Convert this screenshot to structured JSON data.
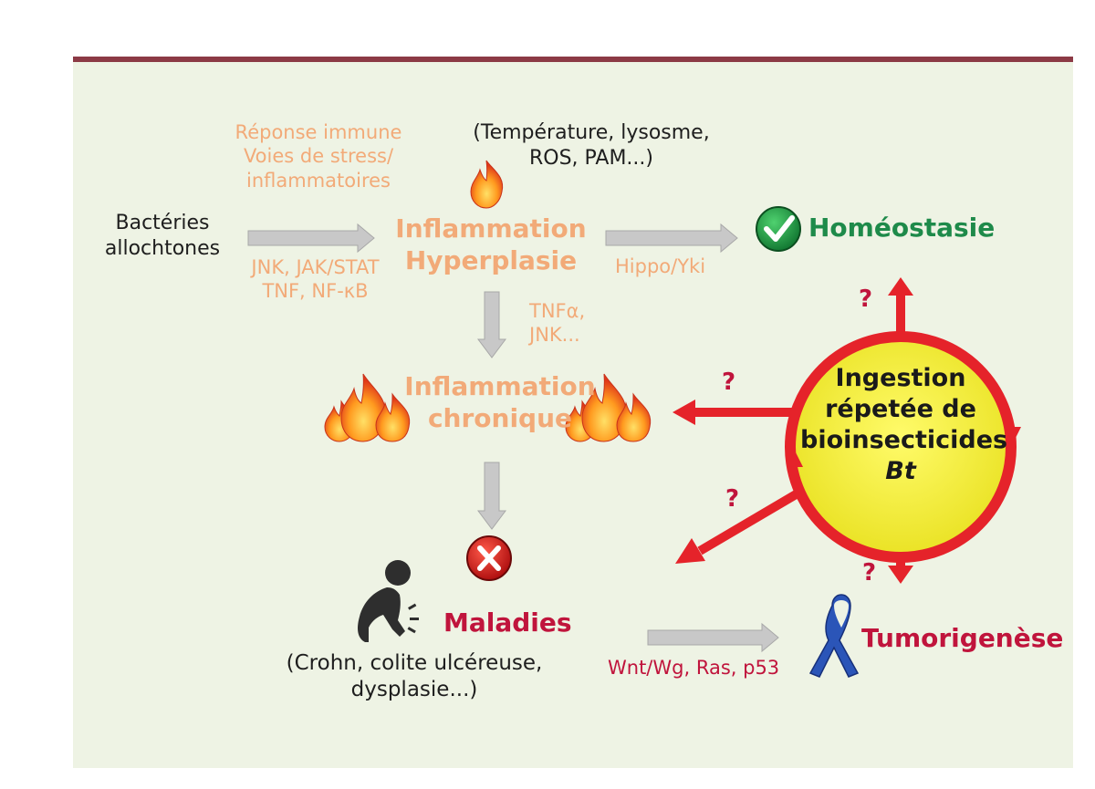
{
  "colors": {
    "background": "#eef3e4",
    "top_rule": "#8c3a45",
    "pathway_text": "#f2aa78",
    "homeostasis": "#1e8a4a",
    "disease": "#c0143c",
    "bt_circle_fill": "#f1ec2a",
    "bt_arrows": "#e5232a",
    "gray_arrows": "#c8c8c8"
  },
  "immune_response": {
    "line1": "Réponse immune",
    "line2": "Voies de stress/",
    "line3": "inflammatoires"
  },
  "bacteria": {
    "line1": "Bactéries",
    "line2": "allochtones"
  },
  "pathways_top": {
    "line1": "JNK, JAK/STAT",
    "line2": "TNF, NF-κB"
  },
  "factors": {
    "line1": "(Température, lysosme,",
    "line2": "ROS, PAM...)"
  },
  "inflammation_hyperplasia": {
    "line1": "Inflammation",
    "line2": "Hyperplasie"
  },
  "hippo": "Hippo/Yki",
  "homeostasis": {
    "label": "Homéostasie",
    "icon": "check-circle-icon"
  },
  "tnf_jnk": {
    "line1": "TNFα,",
    "line2": "JNK..."
  },
  "chronic_inflammation": {
    "line1": "Inflammation",
    "line2": "chronique",
    "icon": "flame-icon"
  },
  "bt_ingestion": {
    "line1": "Ingestion",
    "line2": "répetée de",
    "line3": "bioinsecticides",
    "line4": "Bt"
  },
  "question_mark": "?",
  "diseases": {
    "label": "Maladies",
    "icon": "x-circle-icon",
    "person_icon": "person-stomach-pain-icon",
    "examples_line1": "(Crohn, colite ulcéreuse,",
    "examples_line2": "dysplasie...)"
  },
  "tumor_pathways": "Wnt/Wg, Ras, p53",
  "tumorigenesis": {
    "label": "Tumorigenèse",
    "icon": "cancer-ribbon-icon"
  }
}
